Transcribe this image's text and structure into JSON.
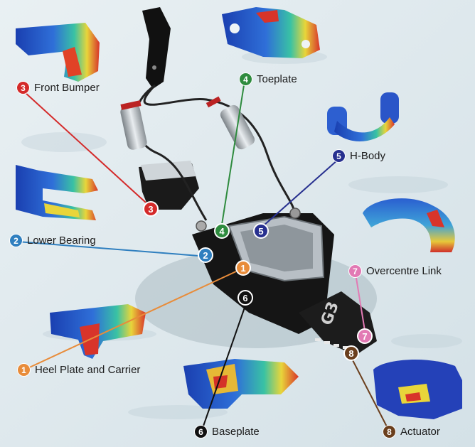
{
  "colors": {
    "c1": "#e88c3a",
    "c2": "#2f7fbf",
    "c3": "#d42a2a",
    "c4": "#2e8b3e",
    "c5": "#27308f",
    "c6": "#111111",
    "c7": "#e27ab4",
    "c8": "#6b3f1d"
  },
  "labels": [
    {
      "num": "1",
      "text": "Heel Plate and Carrier"
    },
    {
      "num": "2",
      "text": "Lower Bearing"
    },
    {
      "num": "3",
      "text": "Front Bumper"
    },
    {
      "num": "4",
      "text": "Toeplate"
    },
    {
      "num": "5",
      "text": "H-Body"
    },
    {
      "num": "6",
      "text": "Baseplate"
    },
    {
      "num": "7",
      "text": "Overcentre Link"
    },
    {
      "num": "8",
      "text": "Actuator"
    }
  ]
}
